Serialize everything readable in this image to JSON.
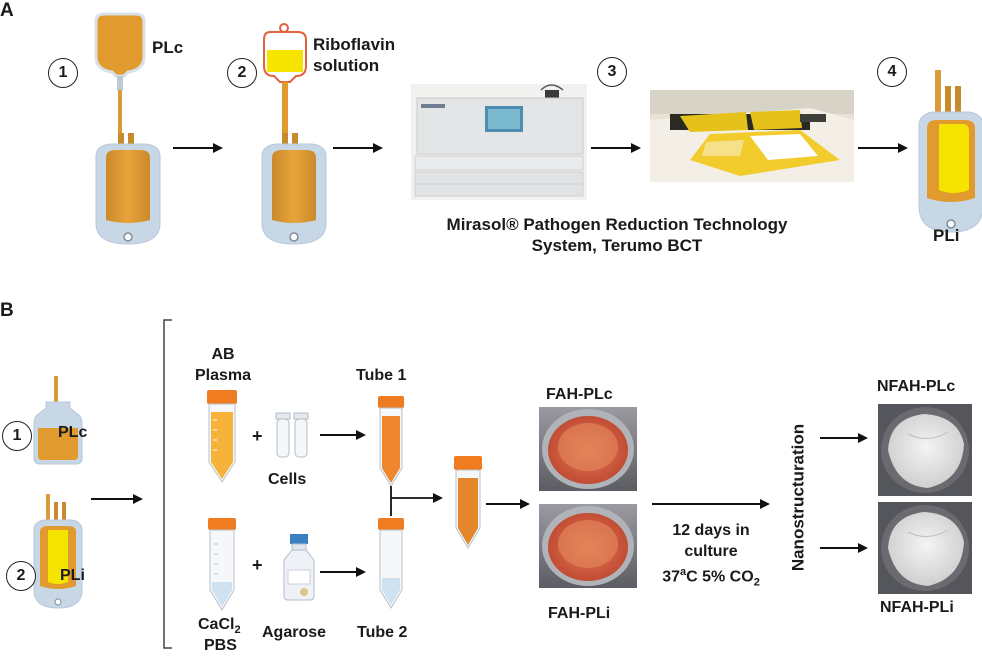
{
  "panel_a": {
    "letter": "A",
    "steps": [
      "1",
      "2",
      "3",
      "4"
    ],
    "plc_label": "PLc",
    "riboflavin_line1": "Riboflavin",
    "riboflavin_line2": "solution",
    "mirasol_line1": "Mirasol® Pathogen Reduction Technology",
    "mirasol_line2": "System, Terumo BCT",
    "pli_label": "PLi"
  },
  "panel_b": {
    "letter": "B",
    "steps": [
      "1",
      "2"
    ],
    "plc_label": "PLc",
    "pli_label": "PLi",
    "ab_plasma_line1": "AB",
    "ab_plasma_line2": "Plasma",
    "cells": "Cells",
    "plus": "+",
    "tube1": "Tube 1",
    "tube2": "Tube 2",
    "cacl2_base": "CaCl",
    "cacl2_sub": "2",
    "pbs": "PBS",
    "agarose": "Agarose",
    "fah_plc": "FAH-PLc",
    "fah_pli": "FAH-PLi",
    "culture_line1": "12 days in",
    "culture_line2": "culture",
    "culture_line3_a": "37",
    "culture_line3_sup": "a",
    "culture_line3_b": "C 5% CO",
    "culture_line3_sub": "2",
    "nanostructuration": "Nanostructuration",
    "nfah_plc": "NFAH-PLc",
    "nfah_pli": "NFAH-PLi"
  },
  "colors": {
    "plasma_orange": "#e19a2e",
    "riboflavin_yellow": "#f5e400",
    "tube_cap_orange": "#f07c22",
    "bag_frame_blue": "#c8d7e6",
    "hydrogel_red": "#d8674a"
  }
}
